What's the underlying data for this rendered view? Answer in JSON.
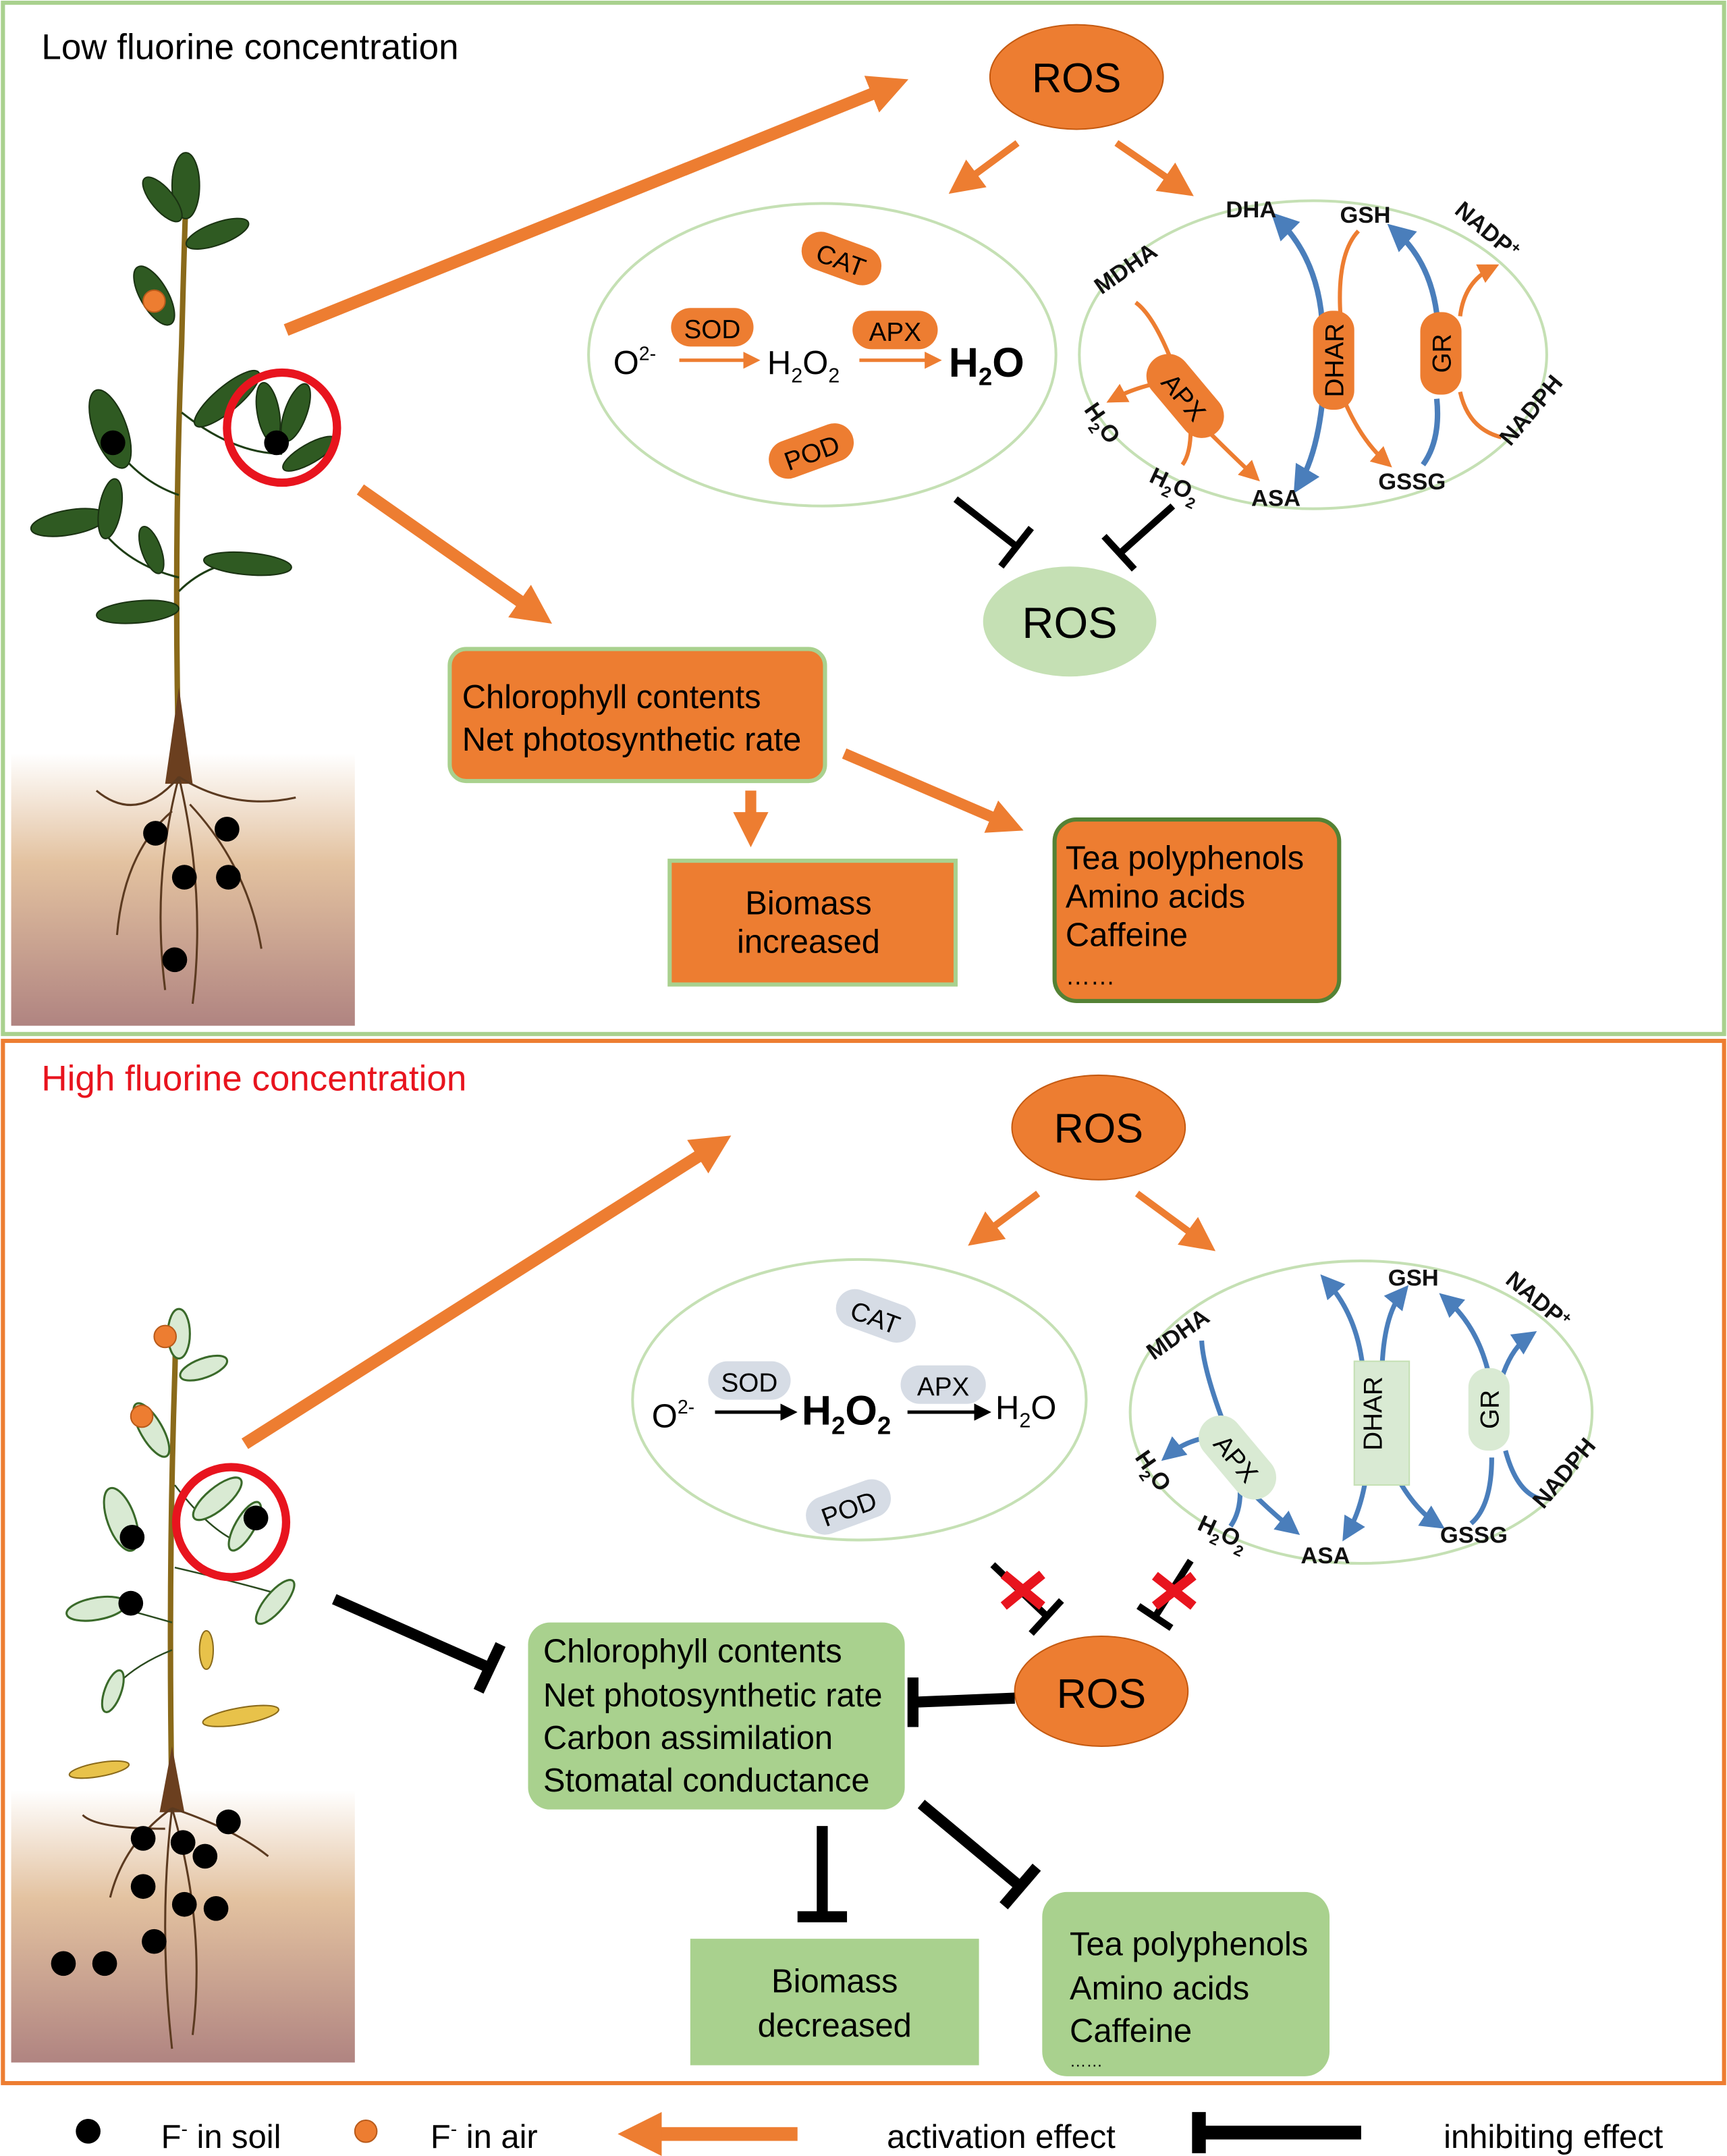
{
  "colors": {
    "orange": "#ed7d31",
    "light_green": "#c5e0b4",
    "green_box": "#a9d18e",
    "dark_green": "#548235",
    "blue": "#4a7ebb",
    "inactive_enzyme": "#d6dce5",
    "red": "#e8141e"
  },
  "low": {
    "title": "Low fluorine concentration",
    "ros_top": "ROS",
    "ros_bottom": "ROS",
    "enzymes": {
      "cat": "CAT",
      "sod": "SOD",
      "apx": "APX",
      "pod": "POD"
    },
    "reaction": {
      "o": "O",
      "o_sup": "2-",
      "h": "H",
      "sub2": "2",
      "o2": "O",
      "h2o": "H",
      "h2o_sub": "2",
      "h2o_o": "O"
    },
    "cycle": {
      "mdha": "MDHA",
      "dha": "DHA",
      "gsh": "GSH",
      "nadp": "NADP",
      "nadp_sup": "+",
      "nadph": "NADPH",
      "gssg": "GSSG",
      "asa": "ASA",
      "h2o2": "H",
      "h2o": "H",
      "o": "O",
      "two": "2",
      "apx": "APX",
      "dhar": "DHAR",
      "gr": "GR"
    },
    "chlorophyll_box": [
      "Chlorophyll contents",
      "Net photosynthetic rate"
    ],
    "biomass_box": [
      "Biomass",
      "increased"
    ],
    "quality_box": [
      "Tea polyphenols",
      "Amino acids",
      "Caffeine",
      "……"
    ]
  },
  "high": {
    "title": "High fluorine concentration",
    "ros_top": "ROS",
    "ros_bottom": "ROS",
    "enzymes": {
      "cat": "CAT",
      "sod": "SOD",
      "apx": "APX",
      "pod": "POD"
    },
    "reaction": {
      "o": "O",
      "o_sup": "2-",
      "h": "H",
      "sub2": "2",
      "o2": "O",
      "h2o": "H",
      "h2o_sub": "2",
      "h2o_o": "O"
    },
    "cycle": {
      "mdha": "MDHA",
      "gsh": "GSH",
      "nadp": "NADP",
      "nadp_sup": "+",
      "nadph": "NADPH",
      "gssg": "GSSG",
      "asa": "ASA",
      "h2o2": "H",
      "h2o": "H",
      "o": "O",
      "two": "2",
      "apx": "APX",
      "dhar": "DHAR",
      "gr": "GR"
    },
    "photosynthesis_box": [
      "Chlorophyll contents",
      "Net photosynthetic rate",
      "Carbon assimilation",
      "Stomatal conductance"
    ],
    "biomass_box": [
      "Biomass",
      "decreased"
    ],
    "quality_box": [
      "Tea polyphenols",
      "Amino acids",
      "Caffeine",
      "……"
    ]
  },
  "legend": {
    "soil": {
      "base": "F",
      "sup": "-",
      "text": " in soil"
    },
    "air": {
      "base": "F",
      "sup": "-",
      "text": " in air"
    },
    "activation": "activation effect",
    "inhibiting": "inhibiting effect"
  }
}
